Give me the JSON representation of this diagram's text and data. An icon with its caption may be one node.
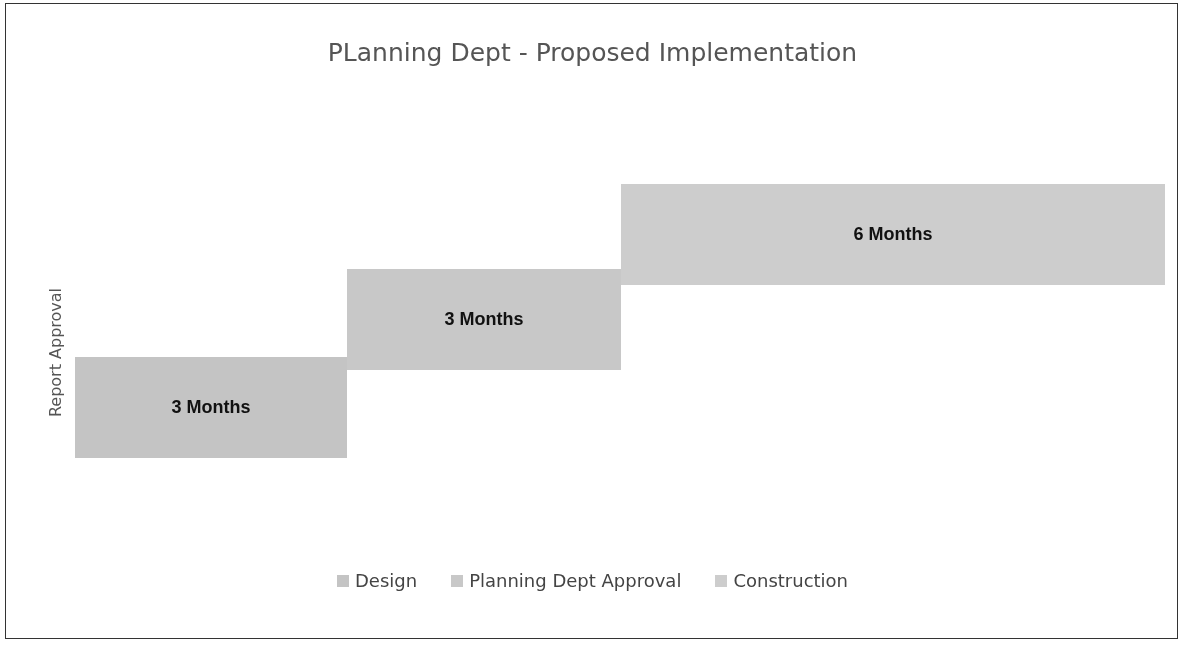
{
  "diagram": {
    "title": "PLanning Dept - Proposed Implementation",
    "nodes": [
      {
        "text": [
          "3 Months"
        ]
      },
      {
        "text": [
          "3 Months"
        ]
      },
      {
        "text": [
          "6 Months"
        ]
      }
    ],
    "edges": [],
    "labels": [
      "Report Approval"
    ],
    "legend": [
      {
        "text": "Design",
        "color": "#c4c4c4"
      },
      {
        "text": "Planning Dept Approval",
        "color": "#c8c8c8"
      },
      {
        "text": "Construction",
        "color": "#cdcdcd"
      }
    ]
  }
}
